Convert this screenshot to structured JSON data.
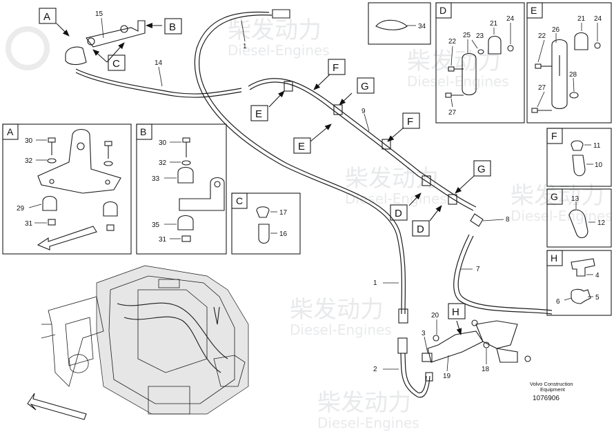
{
  "panels": {
    "A": {
      "tag": "A",
      "parts": [
        "30",
        "32",
        "29",
        "31"
      ]
    },
    "B": {
      "tag": "B",
      "parts": [
        "30",
        "32",
        "33",
        "35",
        "31"
      ]
    },
    "C": {
      "tag": "C",
      "parts": [
        "17",
        "16"
      ]
    },
    "D": {
      "tag": "D",
      "parts": [
        "23",
        "21",
        "24",
        "25",
        "22",
        "27"
      ]
    },
    "E": {
      "tag": "E",
      "parts": [
        "21",
        "24",
        "22",
        "26",
        "28",
        "27"
      ]
    },
    "F": {
      "tag": "F",
      "parts": [
        "11",
        "10"
      ]
    },
    "G": {
      "tag": "G",
      "parts": [
        "13",
        "12"
      ]
    },
    "H": {
      "tag": "H",
      "parts": [
        "4",
        "6",
        "5"
      ]
    },
    "clip": {
      "parts": [
        "34"
      ]
    }
  },
  "callout_tags": {
    "top_A": "A",
    "top_B": "B",
    "top_C": "C",
    "E1": "E",
    "E2": "E",
    "F1": "F",
    "F2": "F",
    "G1": "G",
    "G2": "G",
    "D1": "D",
    "D2": "D",
    "H": "H"
  },
  "main_parts": {
    "p15": "15",
    "p14": "14",
    "p1a": "1",
    "p1b": "1",
    "p9": "9",
    "p8": "8",
    "p7": "7",
    "p2": "2",
    "p3": "3",
    "p20": "20",
    "p19": "19",
    "p18": "18"
  },
  "footer": {
    "line1": "Volvo Construction",
    "line2": "Equipment",
    "code": "1076906"
  },
  "watermark": {
    "cn": "柴发动力",
    "en": "Diesel-Engines"
  }
}
